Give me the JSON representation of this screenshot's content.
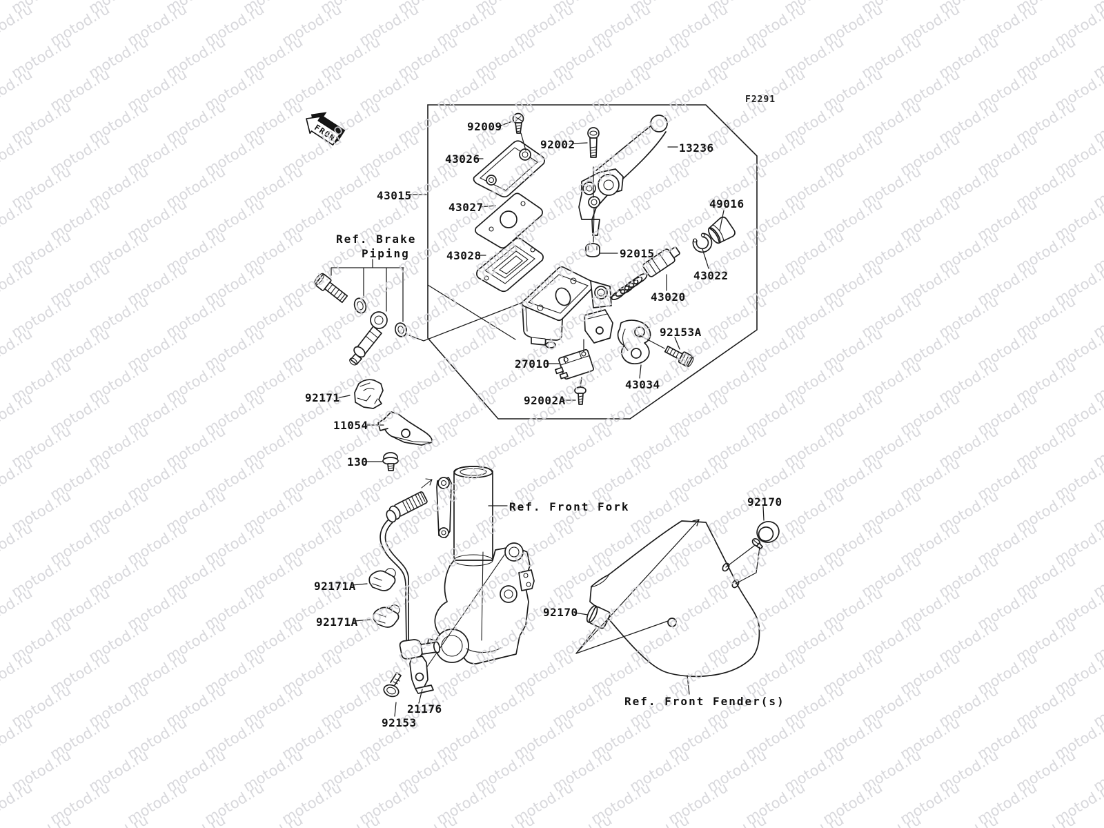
{
  "page": {
    "diagram_code": "F2291",
    "watermark_text": "motod.ru"
  },
  "front_arrow": {
    "text": "FRONT"
  },
  "ref_labels": {
    "brake_piping_line1": "Ref. Brake",
    "brake_piping_line2": "Piping",
    "front_fork": "Ref. Front Fork",
    "front_fender": "Ref. Front Fender(s)"
  },
  "part_labels": {
    "screw_92009": "92009",
    "cap_43026": "43026",
    "bolt_92002": "92002",
    "lever_13236": "13236",
    "master_cylinder_43015": "43015",
    "plate_43027": "43027",
    "boot_49016": "49016",
    "diaphragm_43028": "43028",
    "nut_92015": "92015",
    "circlip_43022": "43022",
    "piston_43020": "43020",
    "bolt_92153a": "92153A",
    "switch_27010": "27010",
    "clamp_43034": "43034",
    "screw_92002a": "92002A",
    "clamp_92171": "92171",
    "bracket_11054": "11054",
    "bolt_130": "130",
    "clamp_92171a_upper": "92171A",
    "clamp_92171a_lower": "92171A",
    "sensor_21176": "21176",
    "bolt_92153": "92153",
    "damper_92170_left": "92170",
    "damper_92170_right": "92170"
  }
}
